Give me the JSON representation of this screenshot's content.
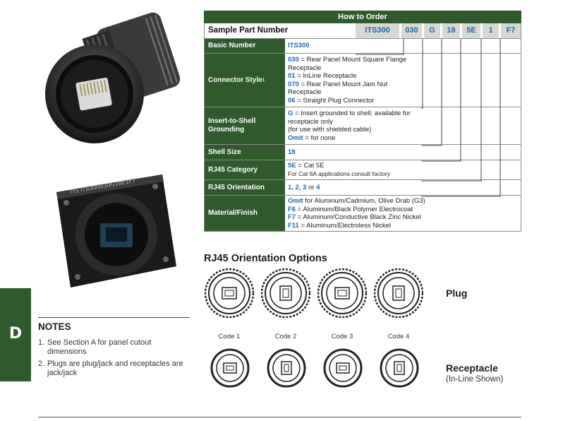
{
  "section_tab": {
    "letter": "D"
  },
  "photos": {
    "top": {
      "name": "RJ45 plug connector photo"
    },
    "bottom": {
      "name": "RJ45 panel mount receptacle photo",
      "marking": "ITS ITS300030G18E1F7"
    }
  },
  "notes": {
    "title": "NOTES",
    "items": [
      {
        "num": "1.",
        "text": "See Section A for panel cutout dimensions"
      },
      {
        "num": "2.",
        "text": "Plugs are plug/jack and receptacles are jack/jack"
      }
    ]
  },
  "order": {
    "title": "How to Order",
    "sample_label": "Sample Part Number",
    "codes": [
      "ITS300",
      "030",
      "G",
      "18",
      "5E",
      "1",
      "F7"
    ],
    "rows": [
      {
        "label": "Basic Number",
        "lines": [
          {
            "code": "ITS300",
            "text": ""
          }
        ]
      },
      {
        "label": "Connector Style",
        "label_sup": "1",
        "lines": [
          {
            "code": "030",
            "text": " = Rear Panel Mount Square Flange"
          },
          {
            "code": "",
            "text": "Receptacle"
          },
          {
            "code": "01",
            "text": " = InLine Receptacle"
          },
          {
            "code": "070",
            "text": " = Rear Panel Mount Jam Nut"
          },
          {
            "code": "",
            "text": "Receptacle"
          },
          {
            "code": "06",
            "text": " = Straight Plug Connector"
          }
        ]
      },
      {
        "label": "Insert-to-Shell Grounding",
        "lines": [
          {
            "code": "G",
            "text": " = Insert grounded to shell; available for"
          },
          {
            "code": "",
            "text": "receptacle only"
          },
          {
            "code": "",
            "text": "(for use with shielded cable)"
          },
          {
            "code": "Omit",
            "text": " = for none"
          }
        ]
      },
      {
        "label": "Shell Size",
        "lines": [
          {
            "code": "18",
            "text": ""
          }
        ]
      },
      {
        "label": "RJ45 Category",
        "lines": [
          {
            "code": "5E",
            "text": " = Cat 5E"
          },
          {
            "code": "",
            "text": "For Cat 6A applications consult factory",
            "small": true
          }
        ]
      },
      {
        "label": "RJ45 Orientation",
        "lines": [
          {
            "code": "1, 2, 3",
            "text": " or ",
            "code2": "4"
          }
        ]
      },
      {
        "label": "Material/Finish",
        "lines": [
          {
            "code": "Omit",
            "text": " for Aluminum/Cadmium, Olive Drab (G3)"
          },
          {
            "code": "F6",
            "text": " = Aluminum/Black Polymer Electrocoat"
          },
          {
            "code": "F7",
            "text": " = Aluminum/Conductive Black Zinc Nickel"
          },
          {
            "code": "F11",
            "text": " = Aluminum/Electroless Nickel"
          }
        ]
      }
    ]
  },
  "orientation": {
    "title": "RJ45 Orientation Options",
    "codes": [
      "Code 1",
      "Code 2",
      "Code 3",
      "Code 4"
    ],
    "plug_label": "Plug",
    "receptacle_label": "Receptacle",
    "receptacle_sub": "(In-Line Shown)"
  }
}
